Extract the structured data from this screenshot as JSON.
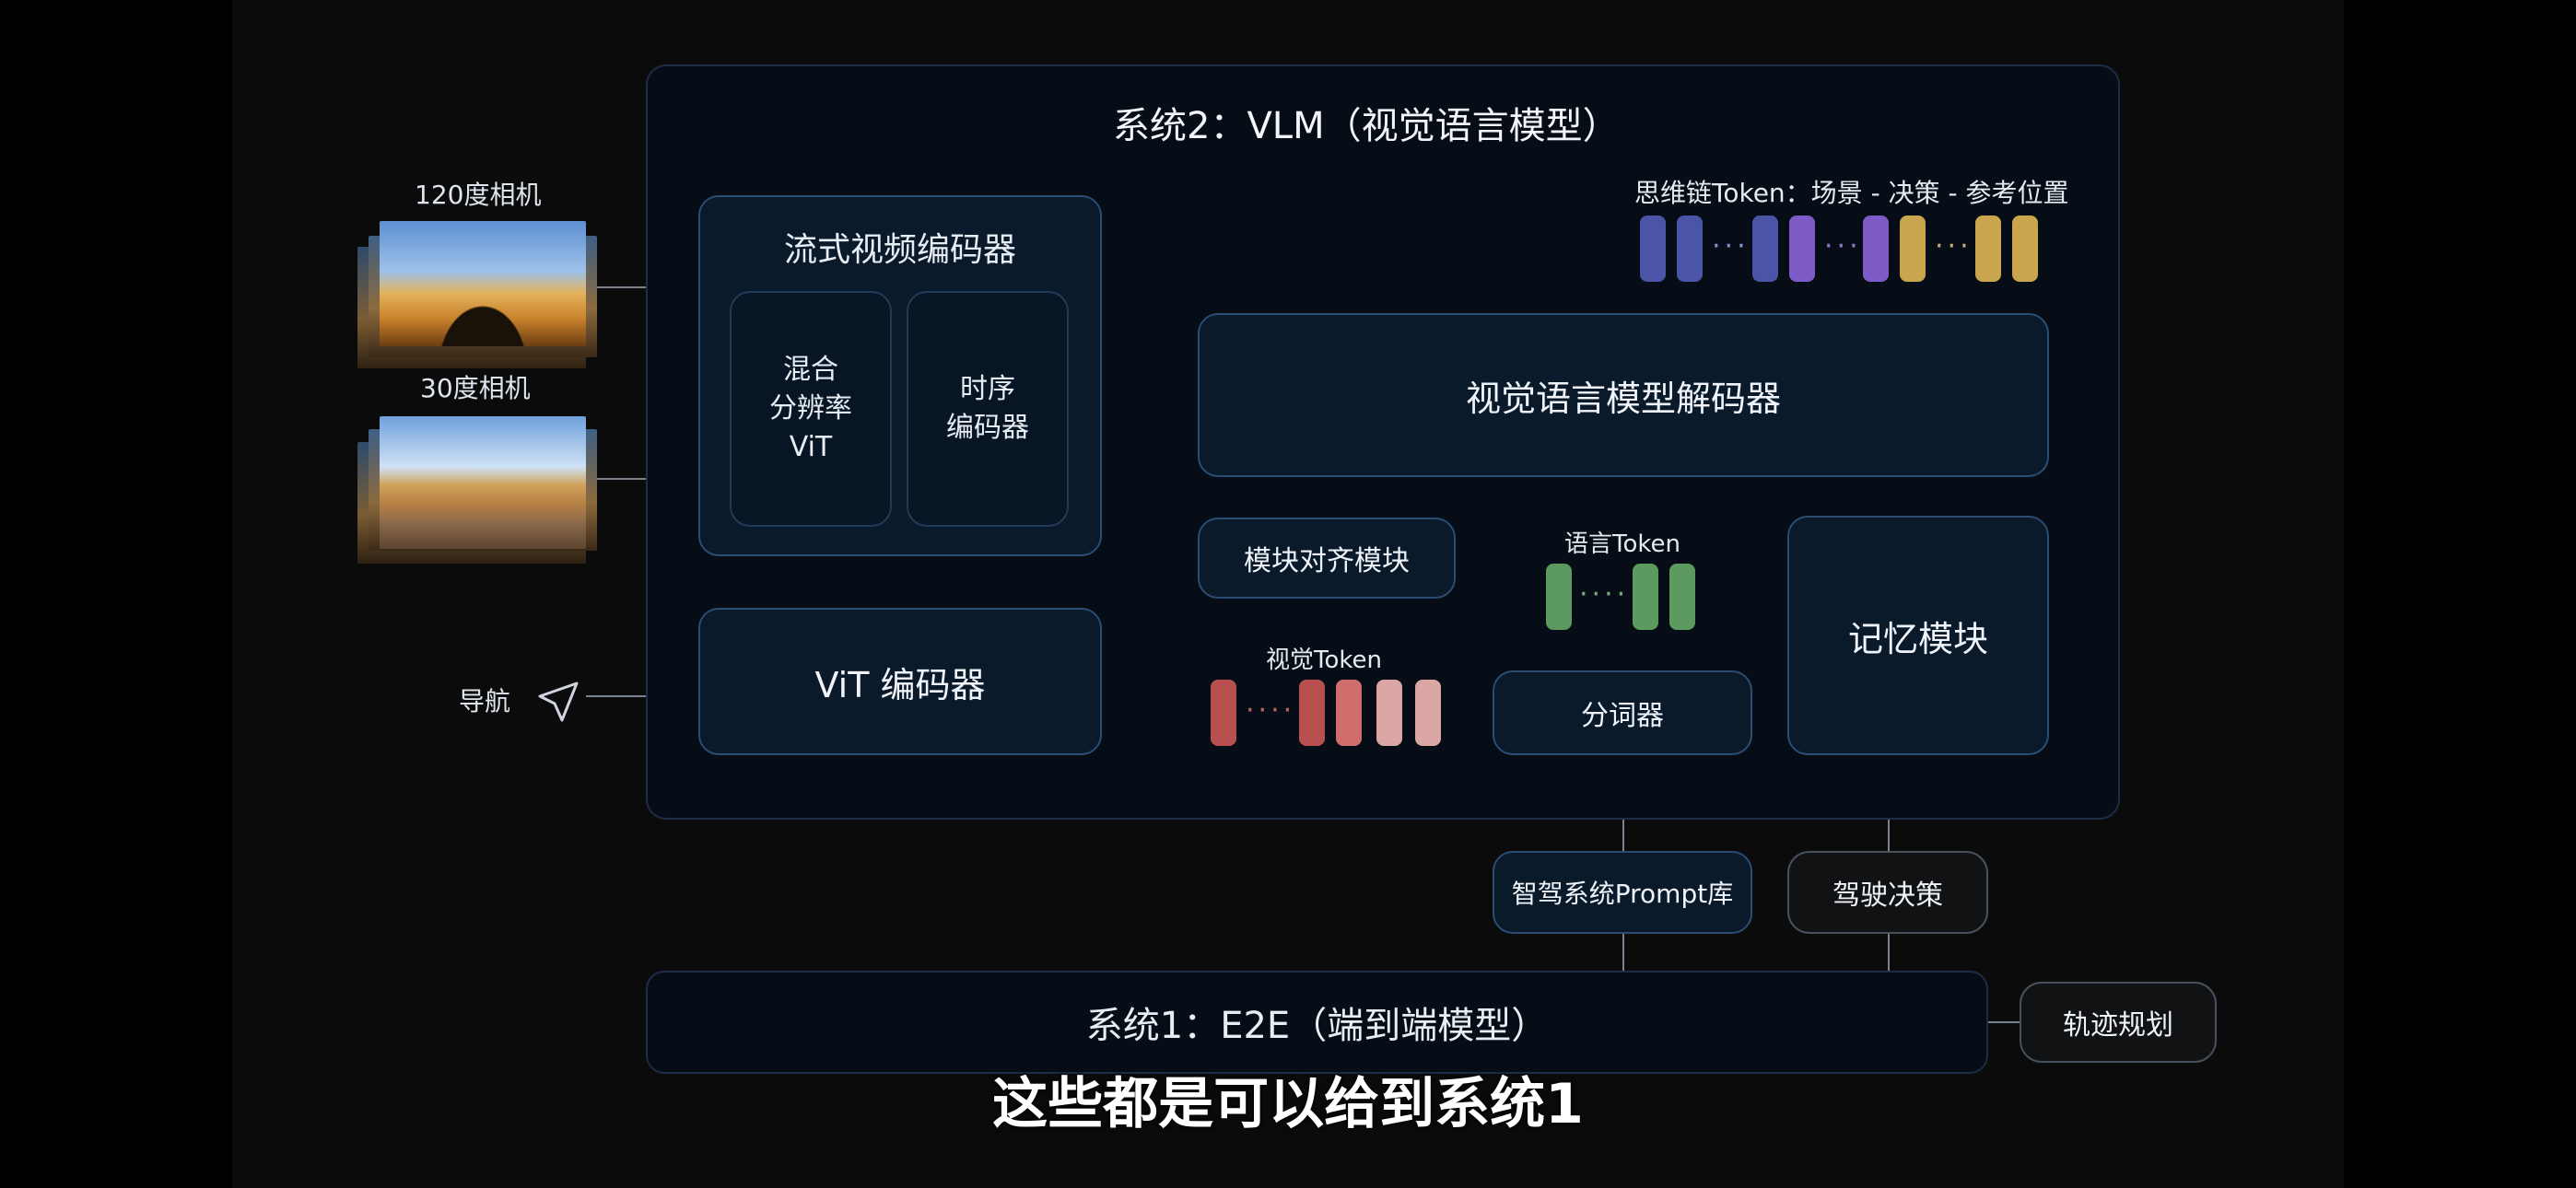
{
  "system2_title": "系统2：VLM（视觉语言模型）",
  "inputs": {
    "camera_120": "120度相机",
    "camera_30": "30度相机",
    "nav": "导航"
  },
  "stream_encoder": {
    "title": "流式视频编码器",
    "mixed_vit": "混合\n分辨率\nViT",
    "temporal": "时序\n编码器"
  },
  "vit_encoder": "ViT 编码器",
  "visual_token_label": "视觉Token",
  "alignment_module": "模块对齐模块",
  "vlm_decoder": "视觉语言模型解码器",
  "cot_label": "思维链Token：场景 - 决策 - 参考位置",
  "language_token_label": "语言Token",
  "tokenizer": "分词器",
  "memory_module": "记忆模块",
  "prompt_library": "智驾系统Prompt库",
  "driving_decision": "驾驶决策",
  "system1_title": "系统1：E2E（端到端模型）",
  "trajectory": "轨迹规划",
  "subtitle": "这些都是可以给到系统1",
  "colors": {
    "panel_border": "#1d2d45",
    "box_border": "#2b4d73",
    "wire": "#7a8290",
    "token_blue": "#4b55a8",
    "token_purple": "#7e5cc7",
    "token_gold": "#c9a54e",
    "token_green": "#5c9a5f",
    "token_red_dark": "#b9504f",
    "token_red": "#cf6e6a",
    "token_pink": "#dba7a5"
  }
}
